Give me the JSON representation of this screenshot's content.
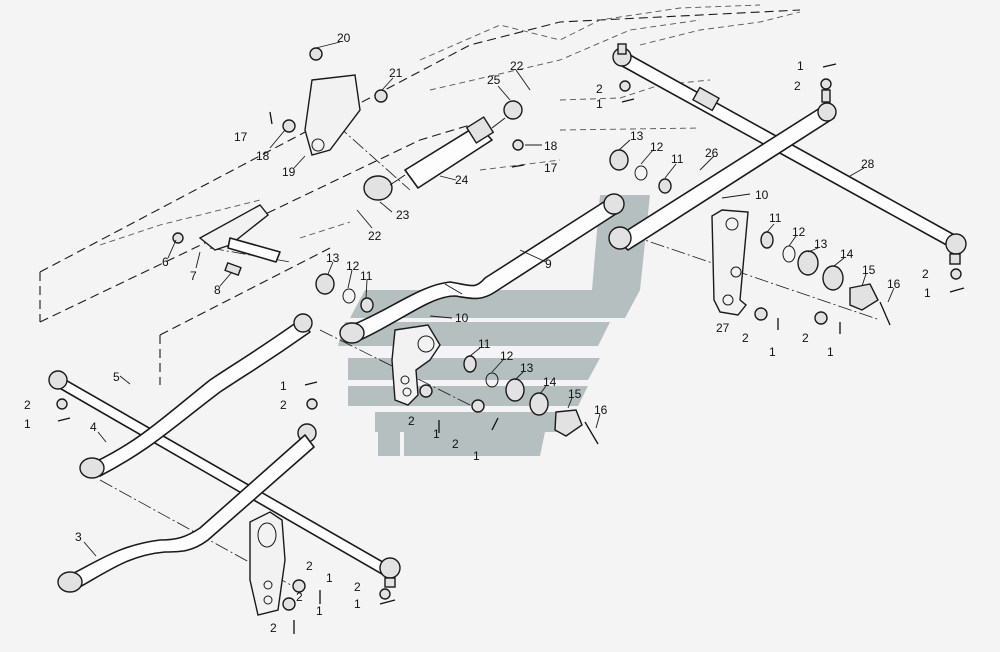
{
  "diagram": {
    "labels": {
      "l1a": "1",
      "l1b": "1",
      "l1c": "1",
      "l1d": "1",
      "l1e": "1",
      "l1f": "1",
      "l1g": "1",
      "l1h": "1",
      "l1i": "1",
      "l1j": "1",
      "l2a": "2",
      "l2b": "2",
      "l2c": "2",
      "l2d": "2",
      "l2e": "2",
      "l2f": "2",
      "l2g": "2",
      "l2h": "2",
      "l2i": "2",
      "l2j": "2",
      "l2k": "2",
      "l3": "3",
      "l4": "4",
      "l5": "5",
      "l6": "6",
      "l7": "7",
      "l8": "8",
      "l9": "9",
      "l10a": "10",
      "l10b": "10",
      "l11a": "11",
      "l11b": "11",
      "l11c": "11",
      "l11d": "11",
      "l12a": "12",
      "l12b": "12",
      "l12c": "12",
      "l12d": "12",
      "l13a": "13",
      "l13b": "13",
      "l13c": "13",
      "l13d": "13",
      "l14a": "14",
      "l14b": "14",
      "l15a": "15",
      "l15b": "15",
      "l16a": "16",
      "l16b": "16",
      "l17a": "17",
      "l17b": "17",
      "l18a": "18",
      "l18b": "18",
      "l19": "19",
      "l20": "20",
      "l21": "21",
      "l22a": "22",
      "l22b": "22",
      "l23": "23",
      "l24": "24",
      "l25": "25",
      "l26": "26",
      "l27": "27",
      "l28": "28"
    }
  }
}
